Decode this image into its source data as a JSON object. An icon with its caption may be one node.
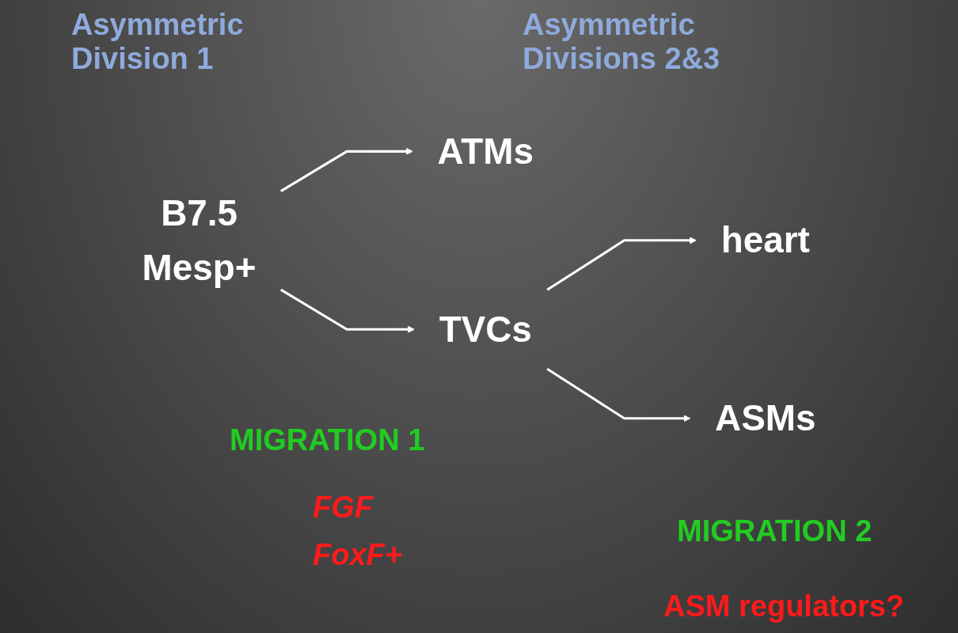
{
  "diagram": {
    "nodes": [
      {
        "text": [
          "B7.5"
        ],
        "beside": [
          "Mesp+"
        ]
      },
      {
        "text": [
          "ATMs"
        ]
      },
      {
        "text": [
          "TVCs"
        ]
      },
      {
        "text": [
          "heart"
        ]
      },
      {
        "text": [
          "ASMs"
        ]
      }
    ],
    "edges": [
      {
        "from": 0,
        "to": 1,
        "arrow": "to"
      },
      {
        "from": 0,
        "to": 2,
        "arrow": "to"
      },
      {
        "from": 2,
        "to": 3,
        "arrow": "to"
      },
      {
        "from": 2,
        "to": 4,
        "arrow": "to"
      }
    ],
    "labels": [
      "Asymmetric Division 1",
      "Asymmetric Divisions 2&3",
      "MIGRATION 1",
      "FGF",
      "FoxF+",
      "MIGRATION 2",
      "ASM regulators?"
    ]
  }
}
